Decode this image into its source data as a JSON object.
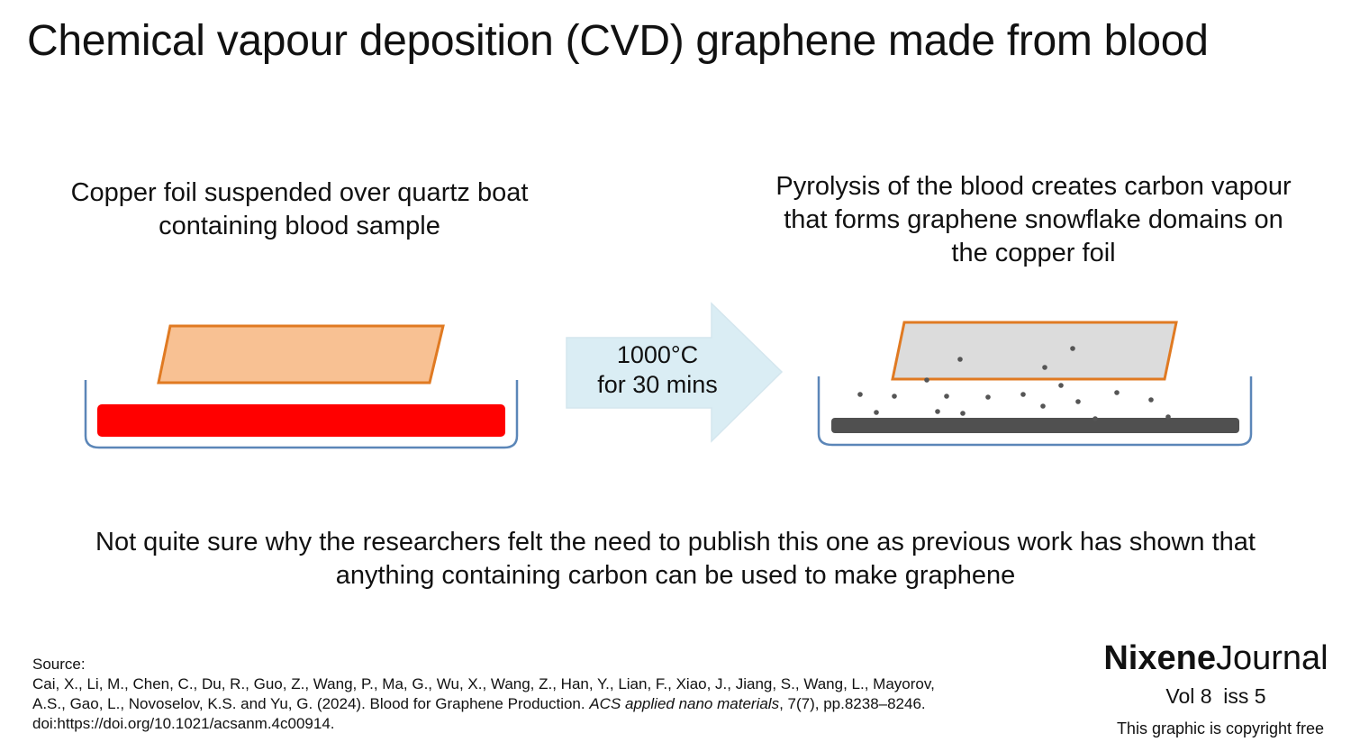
{
  "title": "Chemical vapour deposition (CVD) graphene made from blood",
  "left_caption": "Copper foil suspended over quartz boat containing blood sample",
  "right_caption": "Pyrolysis of the blood creates carbon vapour that forms graphene snowflake domains on the copper foil",
  "arrow": {
    "line1": "1000°C",
    "line2": "for 30 mins"
  },
  "comment": "Not quite sure why the researchers felt the need to publish this one as previous work has shown that anything containing carbon can be used to make graphene",
  "source": {
    "label": "Source:",
    "authors_line1": "Cai, X., Li, M., Chen, C., Du, R., Guo, Z., Wang, P., Ma, G., Wu, X., Wang, Z., Han, Y., Lian, F., Xiao, J., Jiang, S., Wang, L., Mayorov,",
    "authors_line2": "A.S., Gao, L., Novoselov, K.S. and Yu, G. (2024). Blood for Graphene Production. ",
    "journal": "ACS applied nano materials",
    "pages": ", 7(7), pp.8238–8246.",
    "doi": "doi:https://doi.org/10.1021/acsanm.4c00914."
  },
  "brand": {
    "bold": "Nixene",
    "regular": "Journal"
  },
  "volume": "Vol 8  iss 5",
  "copyright": "This graphic is copyright free",
  "colors": {
    "boat_outline": "#5b86b8",
    "blood": "#ff0000",
    "copper_fill": "#f8c193",
    "copper_outline": "#e07a22",
    "arrow_fill": "#daedf4",
    "residue": "#505050",
    "coated_foil": "#dcdcdc",
    "vapour_dot": "#555555"
  }
}
